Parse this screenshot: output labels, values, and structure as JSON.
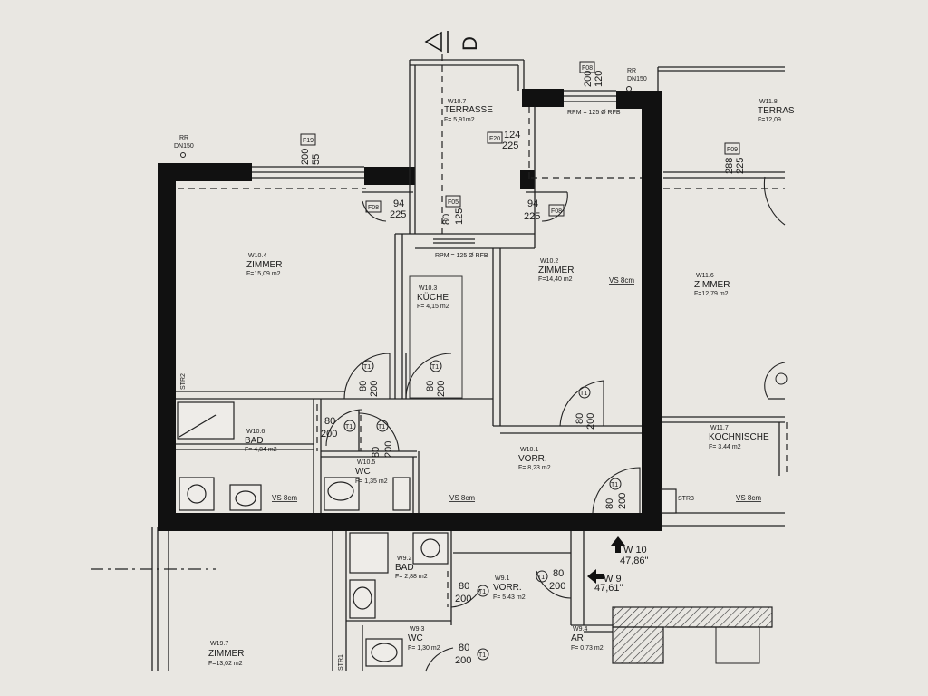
{
  "orientation": {
    "mark": "D"
  },
  "rooms": [
    {
      "id": "W10.7",
      "name": "TERRASSE",
      "area": "F= 5,91m2"
    },
    {
      "id": "W10.4",
      "name": "ZIMMER",
      "area": "F=15,09 m2"
    },
    {
      "id": "W10.3",
      "name": "KÜCHE",
      "area": "F= 4,15 m2"
    },
    {
      "id": "W10.2",
      "name": "ZIMMER",
      "area": "F=14,40 m2"
    },
    {
      "id": "W10.6",
      "name": "BAD",
      "area": "F= 4,84 m2"
    },
    {
      "id": "W10.5",
      "name": "WC",
      "area": "F= 1,35 m2"
    },
    {
      "id": "W10.1",
      "name": "VORR.",
      "area": "F= 8,23 m2"
    },
    {
      "id": "W11.8",
      "name": "TERRAS",
      "area": "F=12,09"
    },
    {
      "id": "W11.6",
      "name": "ZIMMER",
      "area": "F=12,79 m2"
    },
    {
      "id": "W11.7",
      "name": "KOCHNISCHE",
      "area": "F= 3,44 m2"
    },
    {
      "id": "W9.2",
      "name": "BAD",
      "area": "F= 2,88 m2"
    },
    {
      "id": "W9.1",
      "name": "VORR.",
      "area": "F= 5,43 m2"
    },
    {
      "id": "W9.3",
      "name": "WC",
      "area": "F= 1,30 m2"
    },
    {
      "id": "W9.4",
      "name": "AR",
      "area": "F= 0,73 m2"
    },
    {
      "id": "W19.7",
      "name": "ZIMMER",
      "area": "F=13,02 m2"
    }
  ],
  "windows": [
    {
      "tag": "F08",
      "w": "200",
      "h": "120"
    },
    {
      "tag": "F19",
      "w": "200",
      "h": "55"
    },
    {
      "tag": "F20",
      "w": "124",
      "h": "225"
    },
    {
      "tag": "F05",
      "w": "80",
      "h": "125"
    },
    {
      "tag": "F08",
      "w": "94",
      "h": "225"
    },
    {
      "tag": "F08",
      "w": "94",
      "h": "225"
    },
    {
      "tag": "F09",
      "w": "288",
      "h": "225"
    }
  ],
  "doors": [
    {
      "tag": "T1",
      "w": "80",
      "h": "200"
    },
    {
      "tag": "T1",
      "w": "80",
      "h": "200"
    },
    {
      "tag": "T1",
      "w": "80",
      "h": "200"
    },
    {
      "tag": "T1",
      "w": "80",
      "h": "200"
    },
    {
      "tag": "T1",
      "w": "80",
      "h": "200"
    },
    {
      "tag": "T1",
      "w": "80",
      "h": "200"
    },
    {
      "tag": "T1",
      "w": "80",
      "h": "200"
    },
    {
      "tag": "T1",
      "w": "80",
      "h": "200"
    },
    {
      "tag": "T1",
      "w": "80",
      "h": "200"
    }
  ],
  "labels": {
    "rr_left": "RR",
    "dn_left": "DN150",
    "rr_right": "RR",
    "dn_right": "DN150",
    "rpm1": "RPM = 125 Ø RFB",
    "rpm2": "RPM = 125 Ø RFB",
    "vs": "VS 8cm",
    "str2": "STR2",
    "str3": "STR3",
    "str1": "STR1",
    "w10": "W 10",
    "w10_level": "47,86\"",
    "w9": "W 9",
    "w9_level": "47,61\""
  }
}
